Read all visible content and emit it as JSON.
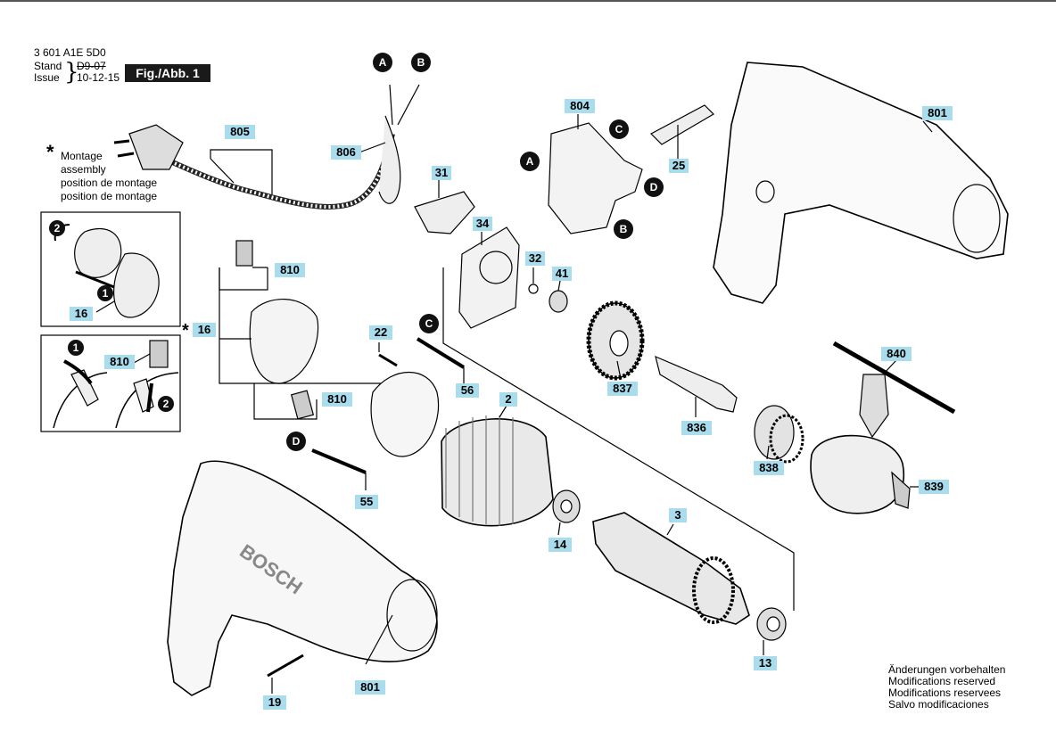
{
  "header": {
    "doc_id": "3 601 A1E 5D0",
    "stand_label": "Stand",
    "issue_label": "Issue",
    "stand_value": "D9-07",
    "issue_value": "10-12-15",
    "fig_label": "Fig./Abb. 1"
  },
  "assembly_note": {
    "star": "*",
    "lines": [
      "Montage",
      "assembly",
      "position de montage",
      "position de montage"
    ]
  },
  "part_labels": {
    "p805": "805",
    "p806": "806",
    "p31": "31",
    "p804": "804",
    "p25": "25",
    "p801a": "801",
    "p34": "34",
    "p32": "32",
    "p41": "41",
    "p810a": "810",
    "p16a": "16",
    "p16b": "16",
    "p810b": "810",
    "p22": "22",
    "p810c": "810",
    "p56": "56",
    "p837": "837",
    "p840": "840",
    "p2": "2",
    "p836": "836",
    "p838": "838",
    "p839": "839",
    "p55": "55",
    "p14": "14",
    "p3": "3",
    "p13": "13",
    "p801b": "801",
    "p19": "19"
  },
  "connectors": {
    "a1": "A",
    "b1": "B",
    "c1": "C",
    "a2": "A",
    "d1": "D",
    "b2": "B",
    "c2": "C",
    "d2": "D"
  },
  "step_markers": {
    "s1": "2",
    "s2": "1",
    "s3": "1",
    "s4": "2"
  },
  "modifications": [
    "Änderungen vorbehalten",
    "Modifications reserved",
    "Modifications reservees",
    "Salvo modificaciones"
  ]
}
